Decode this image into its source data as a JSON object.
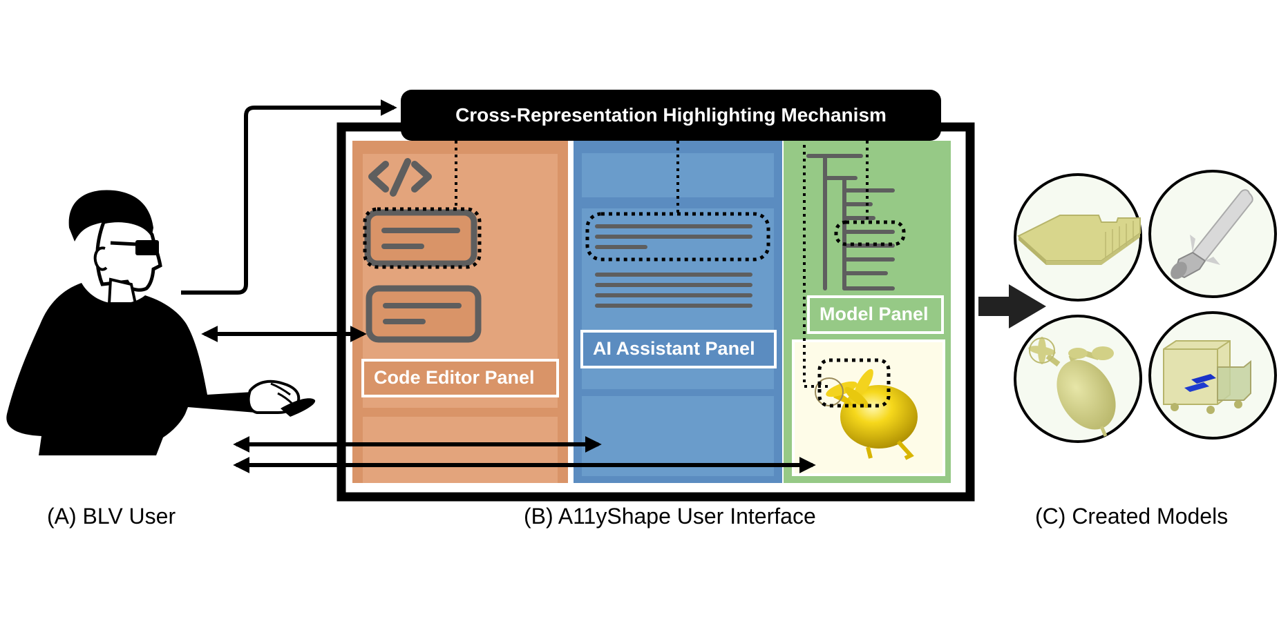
{
  "header": {
    "title": "Cross-Representation Highlighting Mechanism"
  },
  "panels": {
    "code_editor": {
      "label": "Code Editor Panel",
      "color": "#d99468",
      "inner_color": "#e3a47c"
    },
    "ai_assistant": {
      "label": "AI Assistant Panel",
      "color": "#5b8cc0",
      "inner_color": "#6a9ccb"
    },
    "model": {
      "label": "Model Panel",
      "color": "#96c986",
      "viewport_color": "#fefce8"
    }
  },
  "captions": {
    "user": "(A) BLV User",
    "interface": "(B) A11yShape User Interface",
    "models": "(C) Created Models"
  },
  "icons": {
    "code": "code-brackets-icon",
    "user": "blv-user-figure",
    "created_models": [
      "flat-plate-model",
      "rocket-model",
      "helicopter-model",
      "vehicle-model"
    ]
  },
  "colors": {
    "highlight_dash": "#000000",
    "bar_gray": "#666666",
    "model_yellow": "#d8d68c"
  }
}
